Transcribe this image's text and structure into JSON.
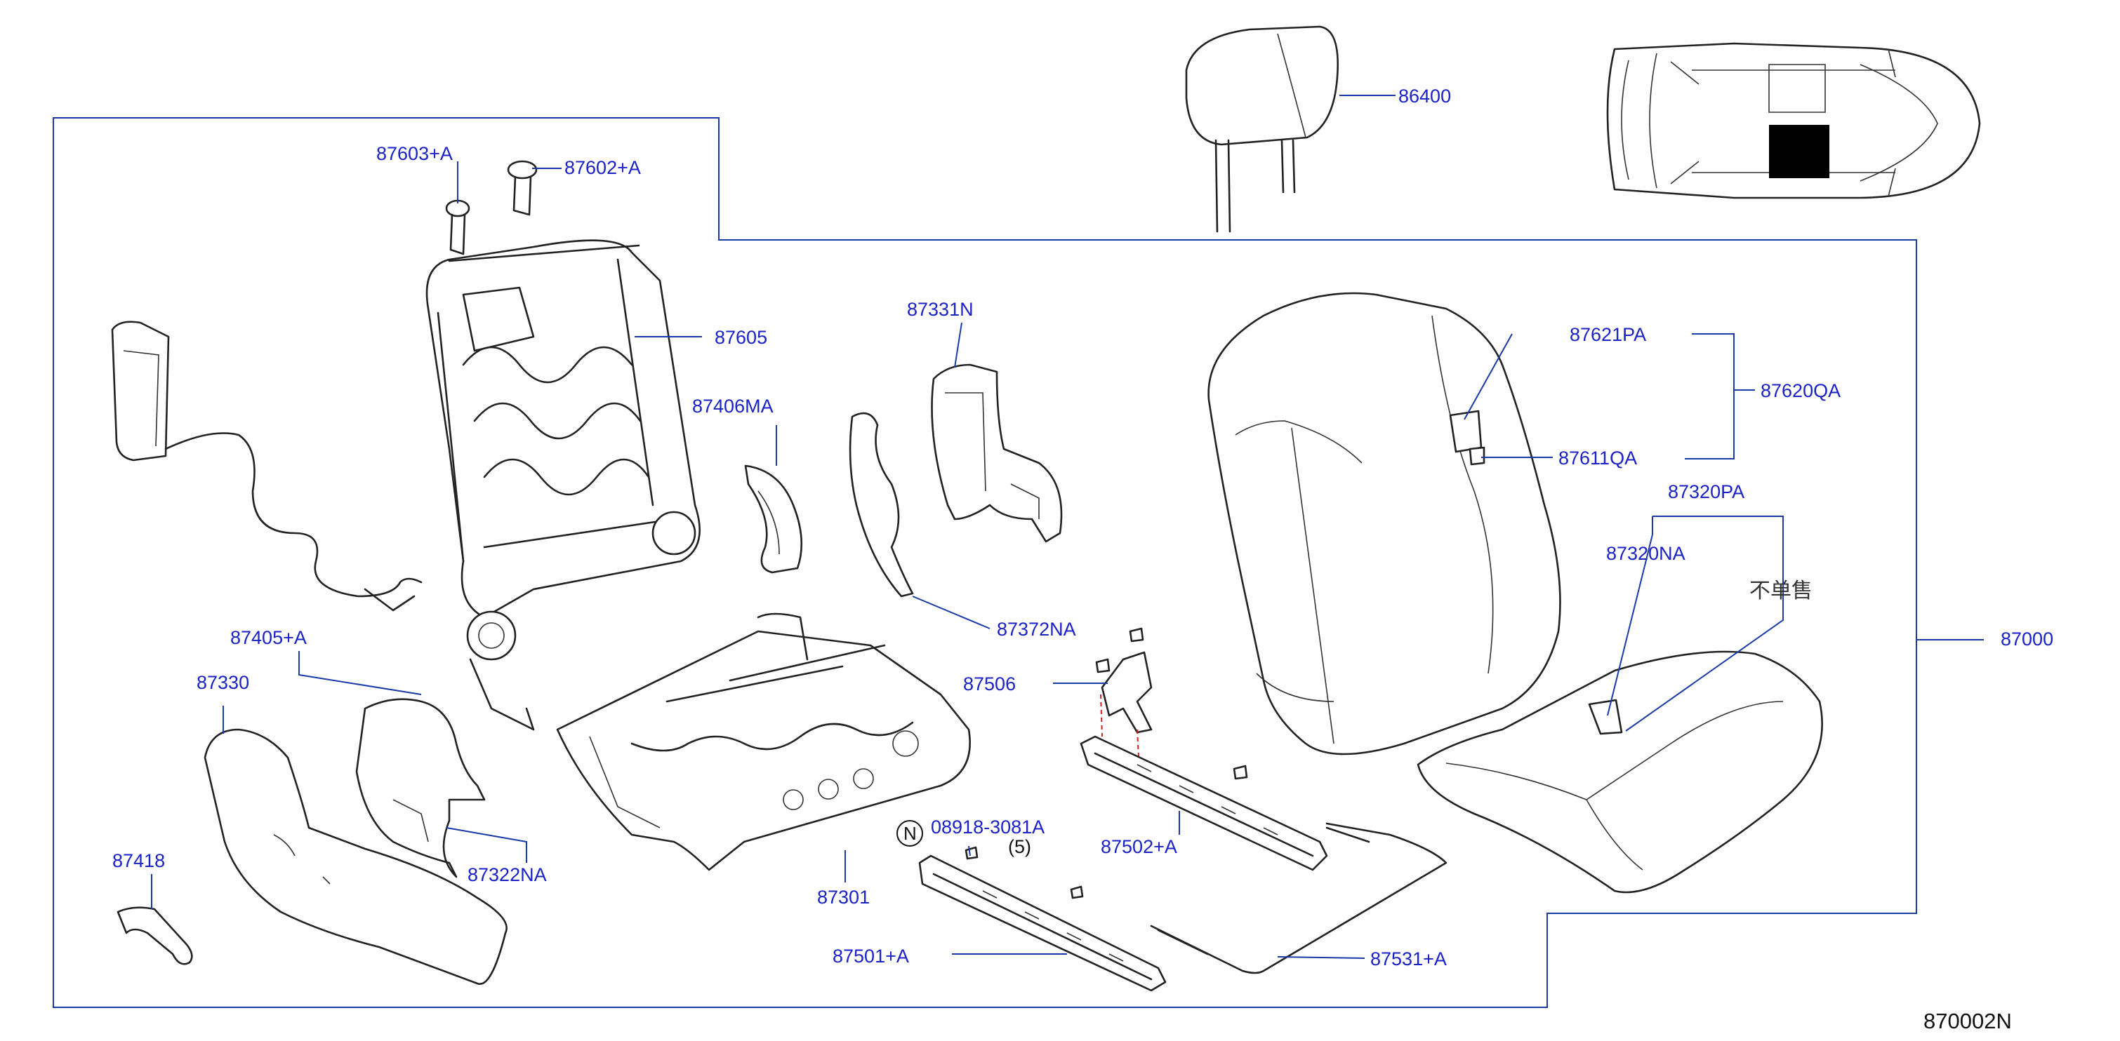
{
  "callouts": {
    "p86400": "86400",
    "p87603": "87603+A",
    "p87602": "87602+A",
    "p87605": "87605",
    "p87331n": "87331N",
    "p87406ma": "87406MA",
    "p87621pa": "87621PA",
    "p87620qa": "87620QA",
    "p87611qa": "87611QA",
    "p87320pa": "87320PA",
    "p87320na": "87320NA",
    "p87372na": "87372NA",
    "p87000": "87000",
    "p87405": "87405+A",
    "p87506": "87506",
    "p87330": "87330",
    "p08918": "08918-3081A",
    "qty": "(5)",
    "p87502": "87502+A",
    "p87418": "87418",
    "p87322na": "87322NA",
    "p87301": "87301",
    "p87501": "87501+A",
    "p87531": "87531+A"
  },
  "note_not_sold_separately": "不单售",
  "n_symbol": "N",
  "diagram_ref": "870002N",
  "colors": {
    "label": "#1a22c8",
    "leader": "#1a3aa8",
    "line": "#222222",
    "highlight": "#000000"
  }
}
